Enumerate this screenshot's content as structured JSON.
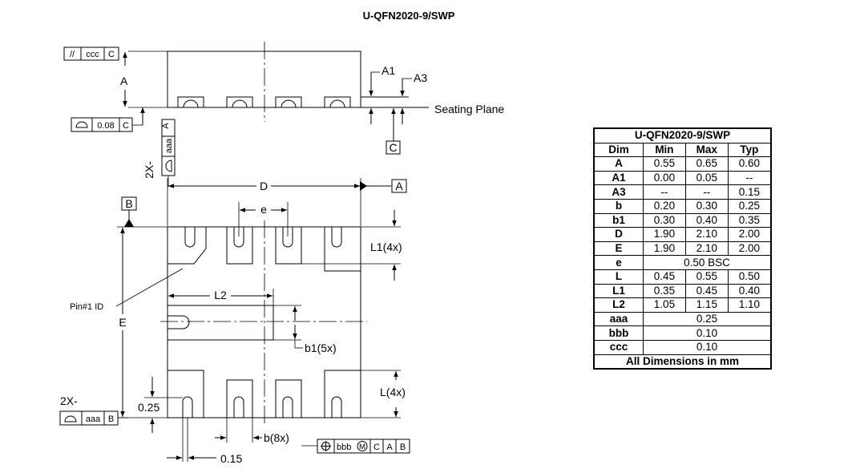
{
  "drawing": {
    "title": "U-QFN2020-9/SWP",
    "side_view": {
      "seating_plane": "Seating Plane",
      "label_A": "A",
      "label_A1": "A1",
      "label_A3": "A3",
      "datum_C": "C",
      "fcf_parallel": {
        "symbol": "//",
        "tolerance": "ccc",
        "datum": "C"
      },
      "fcf_profile": {
        "symbol": "⌓",
        "tolerance": "0.08",
        "datum": "C"
      }
    },
    "bottom_view": {
      "prefix_2x_top": "2X-",
      "prefix_2x_bottom": "2X-",
      "fcf_top": {
        "symbol": "⌓",
        "tolerance": "aaa",
        "datum": "A"
      },
      "fcf_bottom": {
        "symbol": "⌓",
        "tolerance": "aaa",
        "datum": "B"
      },
      "fcf_position": {
        "symbol": "⊕",
        "tolerance": "bbb",
        "modifier": "M",
        "datum1": "C",
        "datum2": "A",
        "datum3": "B"
      },
      "label_D": "D",
      "label_E": "E",
      "label_e": "e",
      "label_L1": "L1(4x)",
      "label_L": "L(4x)",
      "label_L2": "L2",
      "label_b1": "b1(5x)",
      "label_b": "b(8x)",
      "label_025": "0.25",
      "label_015": "0.15",
      "pin1": "Pin#1 ID",
      "datum_A": "A",
      "datum_B": "B"
    }
  },
  "table": {
    "caption": "U-QFN2020-9/SWP",
    "headers": [
      "Dim",
      "Min",
      "Max",
      "Typ"
    ],
    "rows": [
      [
        "A",
        "0.55",
        "0.65",
        "0.60"
      ],
      [
        "A1",
        "0.00",
        "0.05",
        "--"
      ],
      [
        "A3",
        "--",
        "--",
        "0.15"
      ],
      [
        "b",
        "0.20",
        "0.30",
        "0.25"
      ],
      [
        "b1",
        "0.30",
        "0.40",
        "0.35"
      ],
      [
        "D",
        "1.90",
        "2.10",
        "2.00"
      ],
      [
        "E",
        "1.90",
        "2.10",
        "2.00"
      ]
    ],
    "row_e": [
      "e",
      "0.50 BSC"
    ],
    "rows2": [
      [
        "L",
        "0.45",
        "0.55",
        "0.50"
      ],
      [
        "L1",
        "0.35",
        "0.45",
        "0.40"
      ],
      [
        "L2",
        "1.05",
        "1.15",
        "1.10"
      ]
    ],
    "rows3": [
      [
        "aaa",
        "0.25"
      ],
      [
        "bbb",
        "0.10"
      ],
      [
        "ccc",
        "0.10"
      ]
    ],
    "footer": "All Dimensions in mm"
  }
}
